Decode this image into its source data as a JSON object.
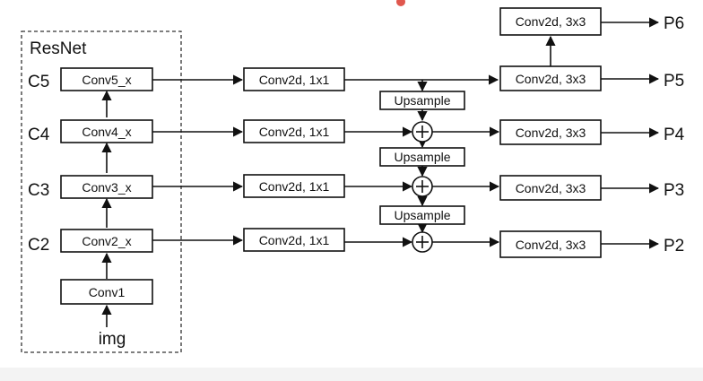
{
  "backbone": {
    "title": "ResNet",
    "input_label": "img",
    "stem": "Conv1",
    "stages": [
      {
        "level": "C5",
        "block": "Conv5_x"
      },
      {
        "level": "C4",
        "block": "Conv4_x"
      },
      {
        "level": "C3",
        "block": "Conv3_x"
      },
      {
        "level": "C2",
        "block": "Conv2_x"
      }
    ]
  },
  "lateral_label": "Conv2d, 1x1",
  "upsample_label": "Upsample",
  "merge_symbol": "+",
  "output_conv_label": "Conv2d, 3x3",
  "outputs": [
    "P6",
    "P5",
    "P4",
    "P3",
    "P2"
  ],
  "colors": {
    "line": "#111111",
    "background": "#ffffff",
    "accent_dot": "#e0574e"
  }
}
